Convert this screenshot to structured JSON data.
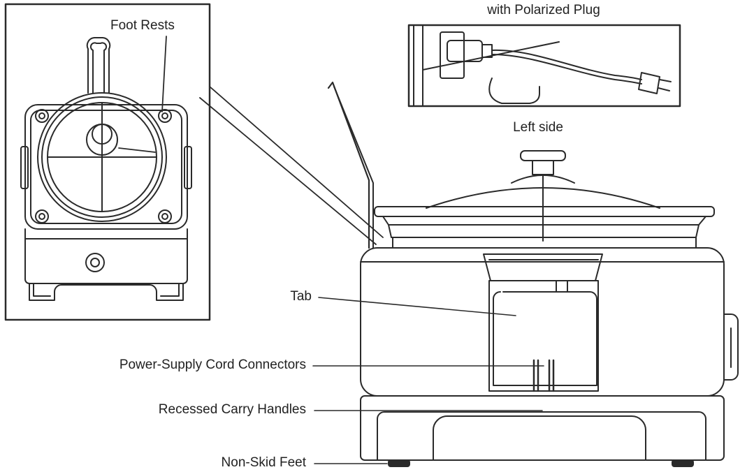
{
  "labels": {
    "foot_rests": "Foot Rests",
    "cord_caption": "with Polarized Plug",
    "left_side": "Left side",
    "tab": "Tab",
    "power_cord_connectors": "Power-Supply Cord Connectors",
    "carry_handles": "Recessed Carry Handles",
    "non_skid_feet": "Non-Skid Feet"
  },
  "colors": {
    "line": "#2a2a2a",
    "background": "#ffffff"
  }
}
